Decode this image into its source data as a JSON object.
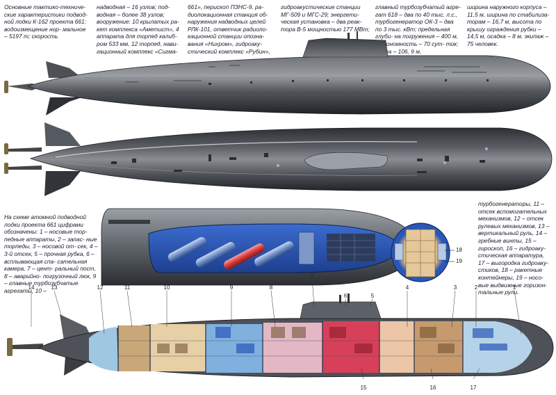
{
  "text_blocks": {
    "col1": "Основные тактико-техниче- ские характеристики подвод- ной лодки К-162 проекта 661: водоизмещение нор- мальное – 5197 т; скорость",
    "col2": "надводная – 16 узлов; под- водная – более 38 узлов; вооружение: 10 крылатых ра- кет комплекса «Аметист», 4 аппарата для торпед калиб- ром 533 мм, 12 торпед, нави- гационный комплекс «Сигма-",
    "col3": "661», перископ ПЗНС-9, ра- диолокационная станция об- наружения надводных целей РЛК-101, ответчик радиоло- кационной станции опозна- вания «Нихром», гидроаку- стический комплекс «Рубин»,",
    "col4": "гидроакустические станции МГ-509 и МГС-29; энергети- ческая установка – два реак- тора В-5 мощностью 177 МВт;",
    "col5": "главный турбозубчатый агре- гат 618 – два по 40 тыс. л.с., турбогенератор ОК-3 – два по 3 тыс. кВт; предельная глуби- на погружения – 400 м, автономность – 70 сут- ток; длина – 106, 9 м,",
    "col6": "ширина наружного корпуса – 11,5 м, ширина по стабилиза- торам – 16,7 м, высота по крышу ограждения рубки – 14,5 м, осадка – 8 м, экипаж – 75 человек.",
    "legend_left": "На схеме атомной подводной лодки проекта 661 цифрами обозначены: 1 – носовые тор- педные аппараты, 2 – запас- ные торпеды, 3 – носовой от- сек, 4 – 3-й отсек, 5 – прочная рубка, 6 – всплывающая спа- сательная камера, 7 – цент- ральный пост, 8 – аварийно- погрузочный люк, 9 – главные турбозубчатые агрегаты, 10 –",
    "legend_right": "турбогенераторы, 11 – отсек вспомогательных механизмов, 12 – отсек рулевых механизмов, 13 – вертикальный руль, 14 – гребные винты, 15 – гироскоп, 16 – гидроаку- стическая аппаратура, 17 – выгородка гидроаку- стиков, 18 – ракетные контейнеры, 19 – носо- вые выдвижные горизон- тальные рули."
  },
  "callouts_top": [
    "14",
    "13",
    "12",
    "11",
    "10",
    "9",
    "8",
    "7",
    "6",
    "5",
    "4",
    "3",
    "2",
    "1"
  ],
  "callouts_bottom": [
    "15",
    "16",
    "17"
  ],
  "callouts_section": [
    "18",
    "19"
  ],
  "colors": {
    "hull_dark": "#2f3238",
    "hull_mid": "#5d6168",
    "hull_light": "#9ea2a6",
    "interior_blue": "#2a57b8",
    "compartment_red": "#d8405a",
    "compartment_pink": "#e8a0b0",
    "compartment_tan": "#e7cfa6",
    "compartment_cyan": "#9ec7e2"
  }
}
